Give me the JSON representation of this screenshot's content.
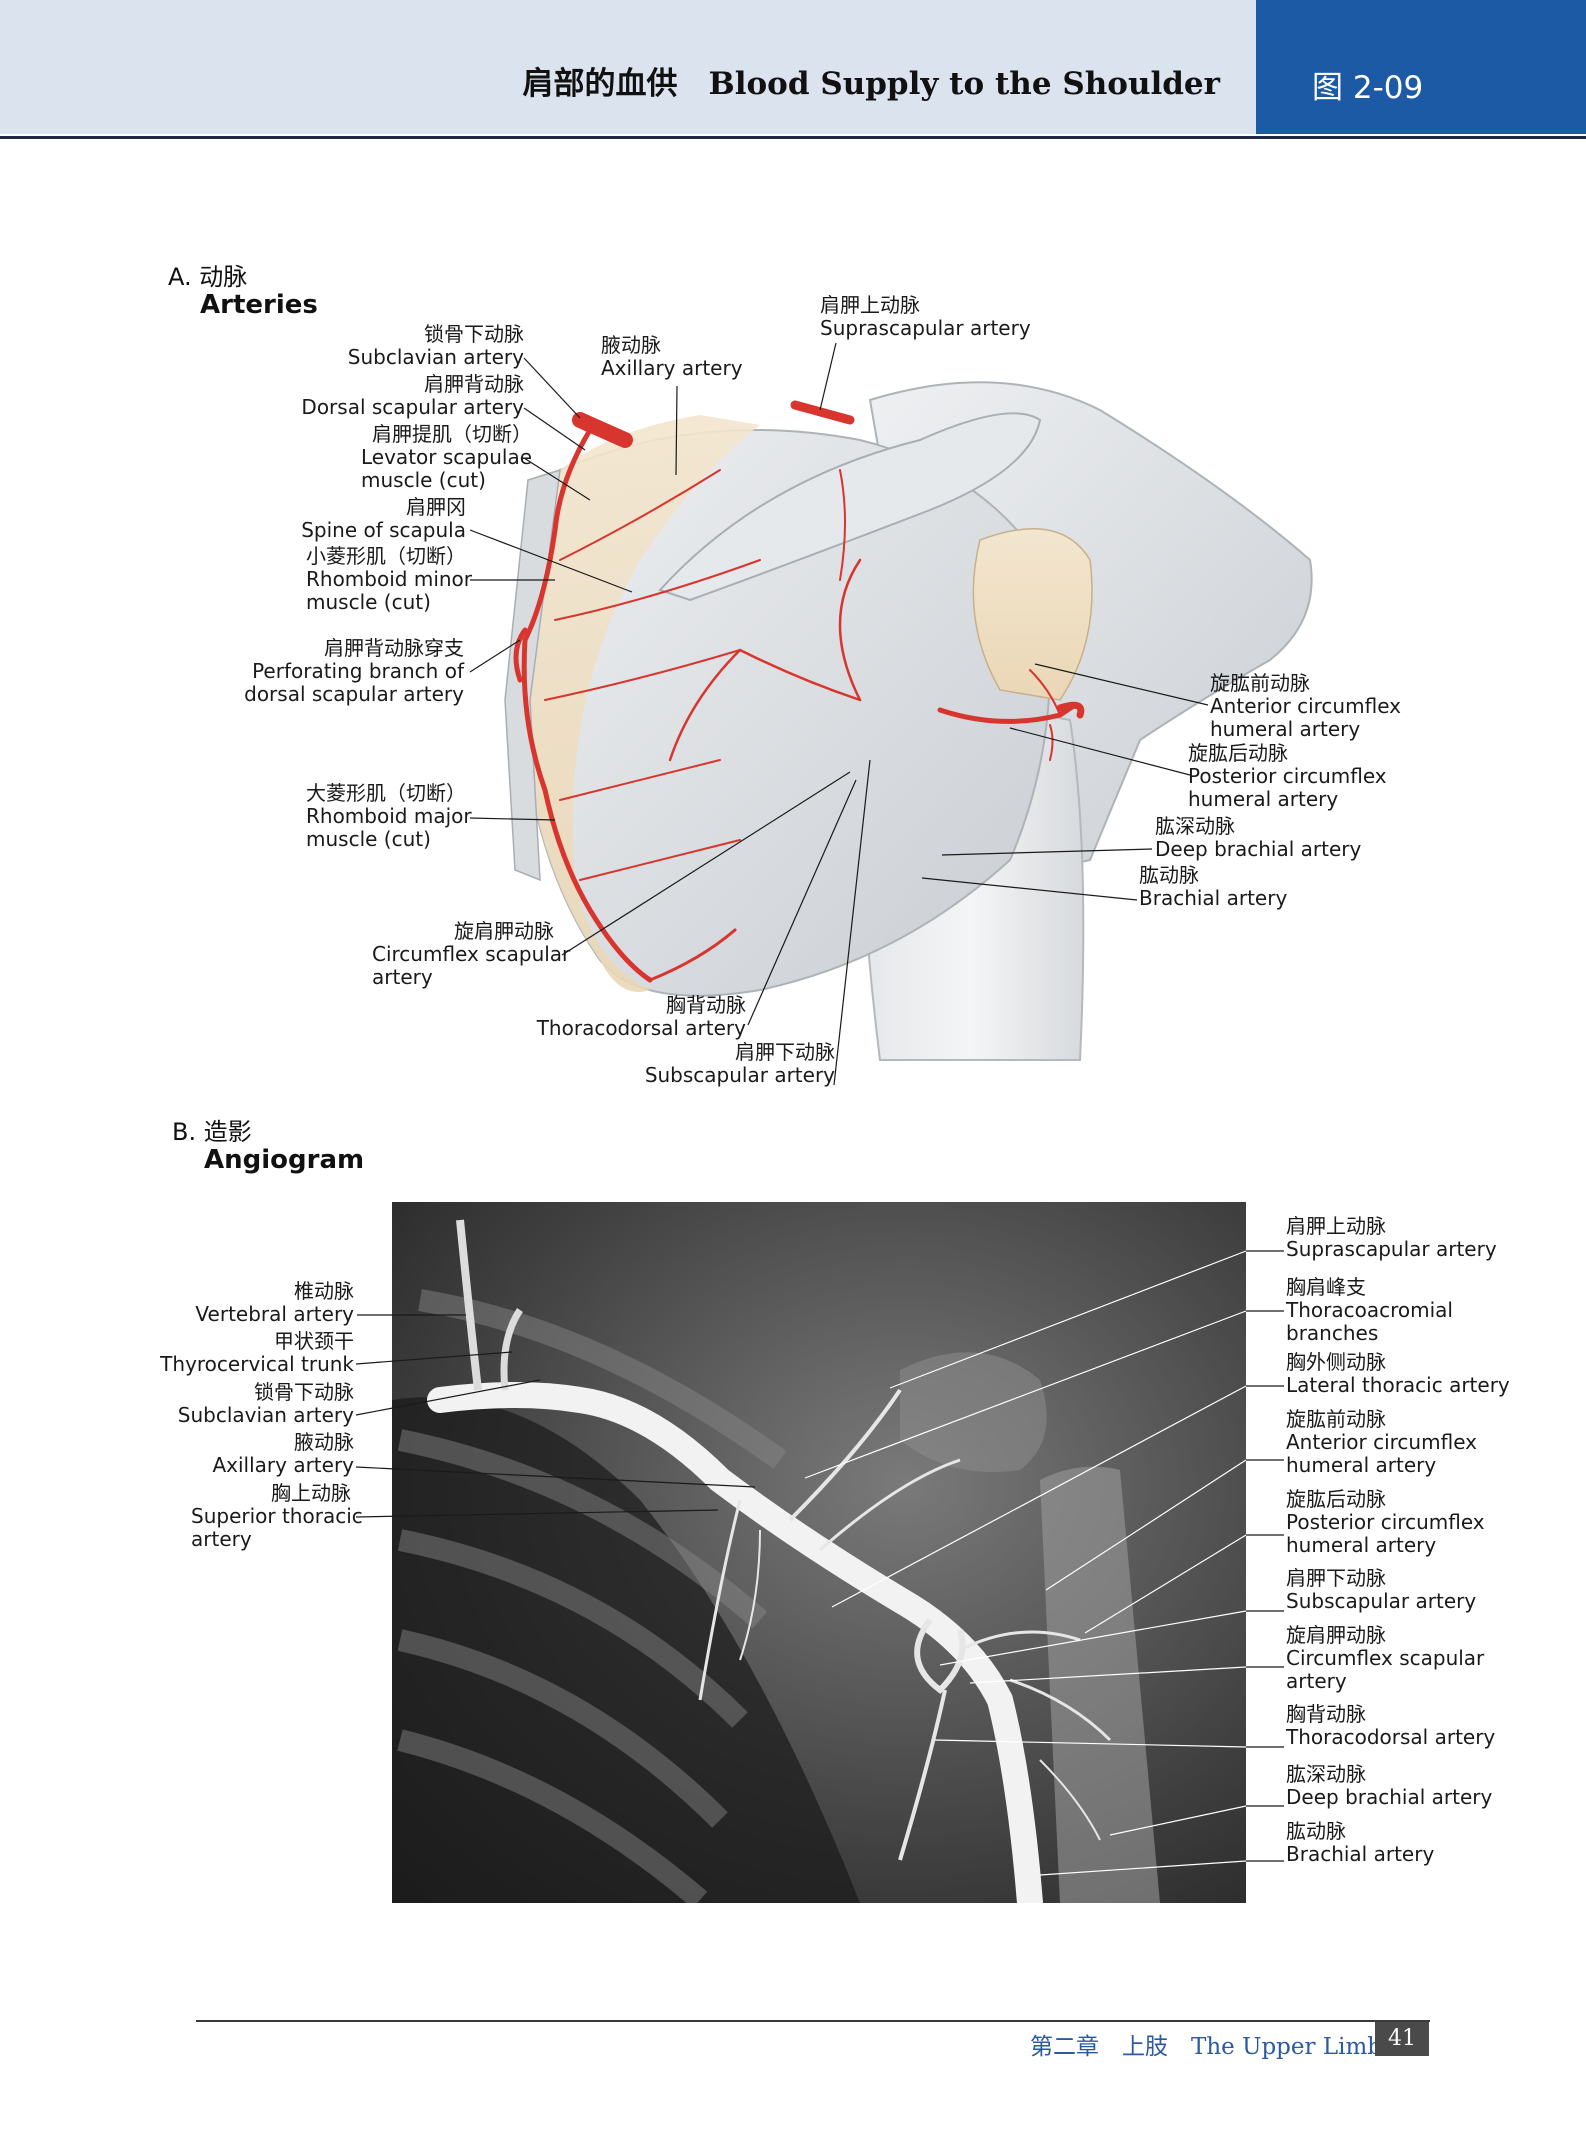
{
  "header": {
    "title": "肩部的血供　Blood Supply to the Shoulder",
    "figure": "图 2-09"
  },
  "sectionA": {
    "label": "A. 动脉",
    "label_en": "Arteries",
    "callouts": [
      {
        "zh": "锁骨下动脉",
        "en": [
          "Subclavian artery"
        ]
      },
      {
        "zh": "肩胛背动脉",
        "en": [
          "Dorsal scapular artery"
        ]
      },
      {
        "zh": "肩胛提肌（切断）",
        "en": [
          "Levator scapulae",
          "muscle (cut)"
        ]
      },
      {
        "zh": "肩胛冈",
        "en": [
          "Spine of scapula"
        ]
      },
      {
        "zh": "小菱形肌（切断）",
        "en": [
          "Rhomboid minor",
          "muscle (cut)"
        ]
      },
      {
        "zh": "肩胛背动脉穿支",
        "en": [
          "Perforating branch of",
          "dorsal scapular artery"
        ]
      },
      {
        "zh": "大菱形肌（切断）",
        "en": [
          "Rhomboid major",
          "muscle (cut)"
        ]
      },
      {
        "zh": "旋肩胛动脉",
        "en": [
          "Circumflex scapular",
          "artery"
        ]
      },
      {
        "zh": "胸背动脉",
        "en": [
          "Thoracodorsal artery"
        ]
      },
      {
        "zh": "肩胛下动脉",
        "en": [
          "Subscapular artery"
        ]
      },
      {
        "zh": "腋动脉",
        "en": [
          "Axillary artery"
        ]
      },
      {
        "zh": "肩胛上动脉",
        "en": [
          "Suprascapular artery"
        ]
      },
      {
        "zh": "旋肱前动脉",
        "en": [
          "Anterior circumflex",
          "humeral artery"
        ]
      },
      {
        "zh": "旋肱后动脉",
        "en": [
          "Posterior circumflex",
          "humeral artery"
        ]
      },
      {
        "zh": "肱深动脉",
        "en": [
          "Deep brachial artery"
        ]
      },
      {
        "zh": "肱动脉",
        "en": [
          "Brachial artery"
        ]
      }
    ]
  },
  "sectionB": {
    "label": "B. 造影",
    "label_en": "Angiogram",
    "left_callouts": [
      {
        "zh": "椎动脉",
        "en": [
          "Vertebral artery"
        ]
      },
      {
        "zh": "甲状颈干",
        "en": [
          "Thyrocervical trunk"
        ]
      },
      {
        "zh": "锁骨下动脉",
        "en": [
          "Subclavian artery"
        ]
      },
      {
        "zh": "腋动脉",
        "en": [
          "Axillary artery"
        ]
      },
      {
        "zh": "胸上动脉",
        "en": [
          "Superior thoracic",
          "artery"
        ]
      }
    ],
    "right_callouts": [
      {
        "zh": "肩胛上动脉",
        "en": [
          "Suprascapular artery"
        ]
      },
      {
        "zh": "胸肩峰支",
        "en": [
          "Thoracoacromial",
          "branches"
        ]
      },
      {
        "zh": "胸外侧动脉",
        "en": [
          "Lateral thoracic artery"
        ]
      },
      {
        "zh": "旋肱前动脉",
        "en": [
          "Anterior circumflex",
          "humeral artery"
        ]
      },
      {
        "zh": "旋肱后动脉",
        "en": [
          "Posterior circumflex",
          "humeral artery"
        ]
      },
      {
        "zh": "肩胛下动脉",
        "en": [
          "Subscapular artery"
        ]
      },
      {
        "zh": "旋肩胛动脉",
        "en": [
          "Circumflex scapular",
          "artery"
        ]
      },
      {
        "zh": "胸背动脉",
        "en": [
          "Thoracodorsal artery"
        ]
      },
      {
        "zh": "肱深动脉",
        "en": [
          "Deep brachial artery"
        ]
      },
      {
        "zh": "肱动脉",
        "en": [
          "Brachial artery"
        ]
      }
    ]
  },
  "footer": {
    "chapter": "第二章　上肢　The Upper Limb",
    "page": "41"
  },
  "colors": {
    "header_bg": "#dbe3ef",
    "figure_tab": "#1c5aa6",
    "artery": "#d8352e",
    "footer_text": "#2c5aa0"
  }
}
